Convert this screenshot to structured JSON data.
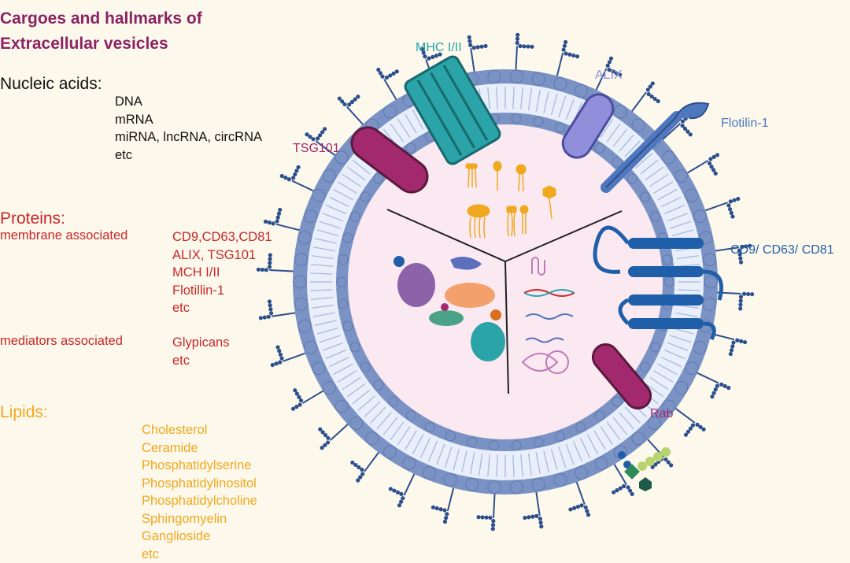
{
  "title": {
    "line1": "Cargoes and hallmarks of",
    "line2": "Extracellular vesicles"
  },
  "nucleic_acids": {
    "heading": "Nucleic acids:",
    "items": [
      "DNA",
      "mRNA",
      "miRNA, lncRNA, circRNA",
      "etc"
    ]
  },
  "proteins": {
    "heading": "Proteins:",
    "membrane": {
      "label": "membrane associated",
      "items": [
        "CD9,CD63,CD81",
        "ALIX, TSG101",
        "MCH I/II",
        "Flotillin-1",
        "etc"
      ]
    },
    "mediators": {
      "label": "mediators associated",
      "items": [
        "Glypicans",
        "etc"
      ]
    }
  },
  "lipids": {
    "heading": "Lipids:",
    "items": [
      "Cholesterol",
      "Ceramide",
      "Phosphatidylserine",
      "Phosphatidylinositol",
      "Phosphatidylcholine",
      "Sphingomyelin",
      "Ganglioside",
      "etc"
    ]
  },
  "diagram_labels": {
    "mhc": "MHC I/II",
    "alix": "ALIX",
    "flotilin": "Flotilin-1",
    "tsg101": "TSG101",
    "tetraspanins": "CD9/ CD63/ CD81",
    "rab": "Rab"
  },
  "colors": {
    "title": "#8a2463",
    "proteins": "#c8282a",
    "lipids": "#f0a81e",
    "membrane": "#7b93c4",
    "interior": "#fbe9f1",
    "mhc": "#2aa3a9",
    "alix": "#8f8fdb",
    "flotilin": "#4f77bd",
    "tsg101": "#a3296f",
    "tetraspanins": "#1f5ea8"
  }
}
